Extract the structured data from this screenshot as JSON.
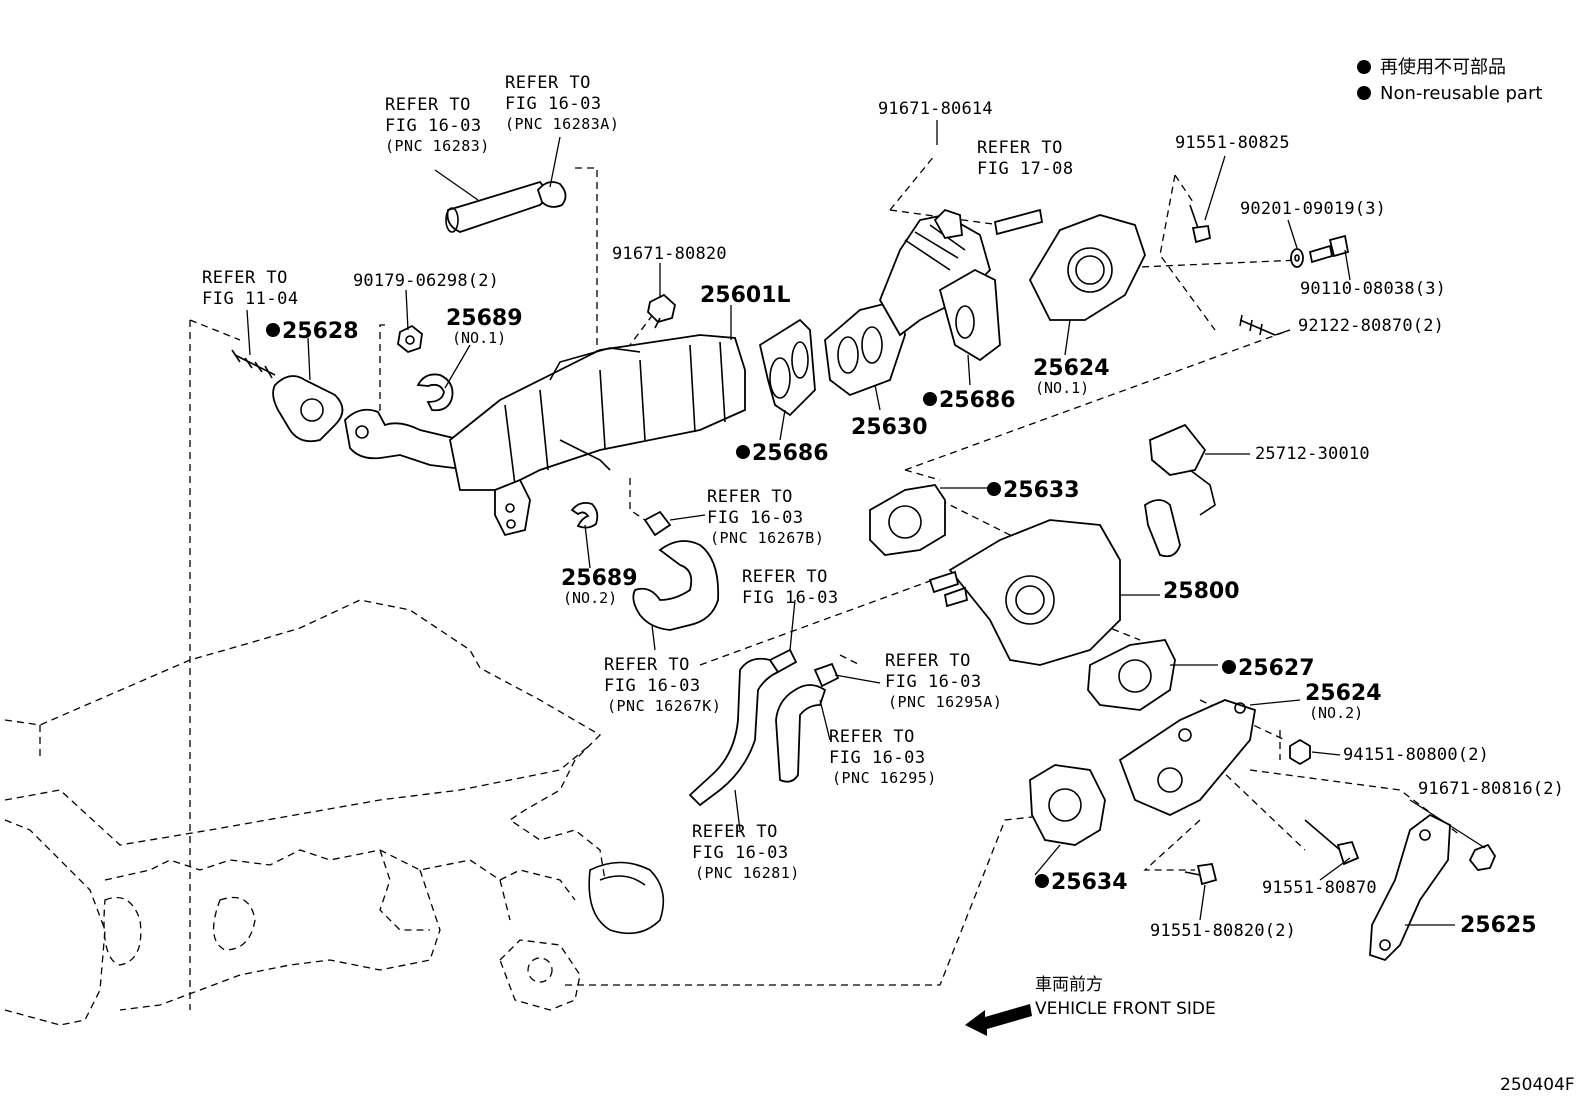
{
  "legend": {
    "ja": "再使用不可部品",
    "en": "Non-reusable part"
  },
  "references": [
    {
      "id": "r-11-04",
      "line1": "REFER TO",
      "line2": "FIG 11-04",
      "pnc": ""
    },
    {
      "id": "r-16283",
      "line1": "REFER TO",
      "line2": "FIG 16-03",
      "pnc": "(PNC 16283)"
    },
    {
      "id": "r-16283a",
      "line1": "REFER TO",
      "line2": "FIG 16-03",
      "pnc": "(PNC 16283A)"
    },
    {
      "id": "r-17-08",
      "line1": "REFER TO",
      "line2": "FIG 17-08",
      "pnc": ""
    },
    {
      "id": "r-16267b",
      "line1": "REFER TO",
      "line2": "FIG 16-03",
      "pnc": "(PNC 16267B)"
    },
    {
      "id": "r-16267k",
      "line1": "REFER TO",
      "line2": "FIG 16-03",
      "pnc": "(PNC 16267K)"
    },
    {
      "id": "r-16-03",
      "line1": "REFER TO",
      "line2": "FIG 16-03",
      "pnc": ""
    },
    {
      "id": "r-16295a",
      "line1": "REFER TO",
      "line2": "FIG 16-03",
      "pnc": "(PNC 16295A)"
    },
    {
      "id": "r-16295",
      "line1": "REFER TO",
      "line2": "FIG 16-03",
      "pnc": "(PNC 16295)"
    },
    {
      "id": "r-16281",
      "line1": "REFER TO",
      "line2": "FIG 16-03",
      "pnc": "(PNC 16281)"
    }
  ],
  "parts": [
    {
      "id": "p-90179",
      "label": "90179-06298(2)",
      "sub": "",
      "nonreusable": false
    },
    {
      "id": "p-25628",
      "label": "25628",
      "sub": "",
      "nonreusable": true
    },
    {
      "id": "p-25689-1",
      "label": "25689",
      "sub": "(NO.1)",
      "nonreusable": false
    },
    {
      "id": "p-91671-80820",
      "label": "91671-80820",
      "sub": "",
      "nonreusable": false
    },
    {
      "id": "p-25601l",
      "label": "25601L",
      "sub": "",
      "nonreusable": false
    },
    {
      "id": "p-91671-80614",
      "label": "91671-80614",
      "sub": "",
      "nonreusable": false
    },
    {
      "id": "p-91551-80825",
      "label": "91551-80825",
      "sub": "",
      "nonreusable": false
    },
    {
      "id": "p-90201",
      "label": "90201-09019(3)",
      "sub": "",
      "nonreusable": false
    },
    {
      "id": "p-90110",
      "label": "90110-08038(3)",
      "sub": "",
      "nonreusable": false
    },
    {
      "id": "p-92122",
      "label": "92122-80870(2)",
      "sub": "",
      "nonreusable": false
    },
    {
      "id": "p-25624-1",
      "label": "25624",
      "sub": "(NO.1)",
      "nonreusable": false
    },
    {
      "id": "p-25686-a",
      "label": "25686",
      "sub": "",
      "nonreusable": true
    },
    {
      "id": "p-25630",
      "label": "25630",
      "sub": "",
      "nonreusable": false
    },
    {
      "id": "p-25686-b",
      "label": "25686",
      "sub": "",
      "nonreusable": true
    },
    {
      "id": "p-25689-2",
      "label": "25689",
      "sub": "(NO.2)",
      "nonreusable": false
    },
    {
      "id": "p-25633",
      "label": "25633",
      "sub": "",
      "nonreusable": true
    },
    {
      "id": "p-25712",
      "label": "25712-30010",
      "sub": "",
      "nonreusable": false
    },
    {
      "id": "p-25800",
      "label": "25800",
      "sub": "",
      "nonreusable": false
    },
    {
      "id": "p-25627",
      "label": "25627",
      "sub": "",
      "nonreusable": true
    },
    {
      "id": "p-25624-2",
      "label": "25624",
      "sub": "(NO.2)",
      "nonreusable": false
    },
    {
      "id": "p-94151",
      "label": "94151-80800(2)",
      "sub": "",
      "nonreusable": false
    },
    {
      "id": "p-91671-80816",
      "label": "91671-80816(2)",
      "sub": "",
      "nonreusable": false
    },
    {
      "id": "p-25634",
      "label": "25634",
      "sub": "",
      "nonreusable": true
    },
    {
      "id": "p-91551-80870",
      "label": "91551-80870",
      "sub": "",
      "nonreusable": false
    },
    {
      "id": "p-91551-80820",
      "label": "91551-80820(2)",
      "sub": "",
      "nonreusable": false
    },
    {
      "id": "p-25625",
      "label": "25625",
      "sub": "",
      "nonreusable": false
    }
  ],
  "direction": {
    "ja": "車両前方",
    "en": "VEHICLE FRONT SIDE",
    "arrow_icon": "left-arrow-icon"
  },
  "figure_code": "250404F"
}
